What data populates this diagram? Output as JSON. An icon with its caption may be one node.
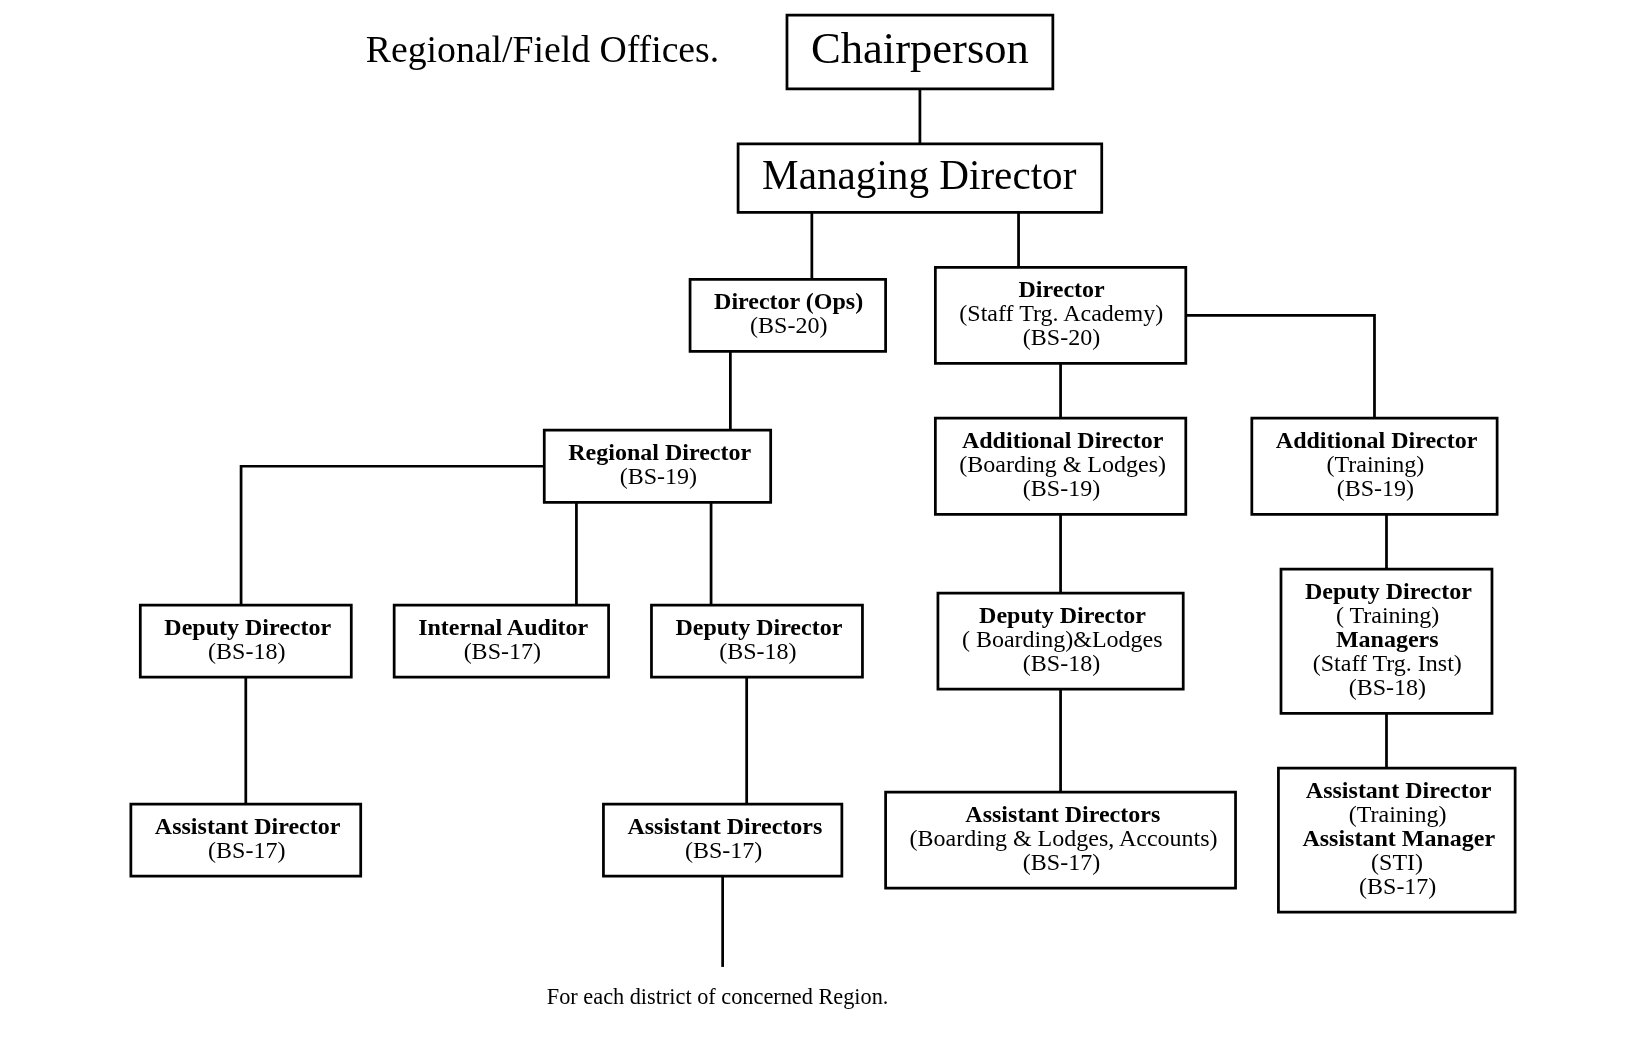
{
  "diagram": {
    "nodes": [
      {
        "text": [
          "Chairperson"
        ]
      },
      {
        "text": [
          "Managing Director"
        ]
      },
      {
        "text": [
          "Director (Ops)",
          "(BS-20)"
        ]
      },
      {
        "text": [
          "Director",
          "(Staff Trg. Academy)",
          "(BS-20)"
        ]
      },
      {
        "text": [
          "Regional Director",
          "(BS-19)"
        ]
      },
      {
        "text": [
          "Deputy Director",
          "(BS-18)"
        ]
      },
      {
        "text": [
          "Internal Auditor",
          "(BS-17)"
        ]
      },
      {
        "text": [
          "Deputy Director",
          "(BS-18)"
        ]
      },
      {
        "text": [
          "Assistant Director",
          "(BS-17)"
        ]
      },
      {
        "text": [
          "Assistant Directors",
          "(BS-17)"
        ]
      },
      {
        "text": [
          "For each district of concerned Region."
        ]
      },
      {
        "text": [
          "Additional Director",
          "(Boarding & Lodges)",
          "(BS-19)"
        ]
      },
      {
        "text": [
          "Additional Director",
          "(Training)",
          "(BS-19)"
        ]
      },
      {
        "text": [
          "Deputy Director",
          "( Boarding)&Lodges",
          "(BS-18)"
        ]
      },
      {
        "text": [
          "Deputy Director",
          "( Training)",
          "Managers",
          "(Staff Trg. Inst)",
          "(BS-18)"
        ]
      },
      {
        "text": [
          "Assistant Directors",
          "(Boarding & Lodges, Accounts)",
          "(BS-17)"
        ]
      },
      {
        "text": [
          "Assistant Director",
          "(Training)",
          "Assistant Manager",
          "(STI)",
          "(BS-17)"
        ]
      }
    ],
    "edges": [
      {
        "from": 0,
        "to": 1,
        "arrow": "none"
      },
      {
        "from": 1,
        "to": 2,
        "arrow": "none"
      },
      {
        "from": 1,
        "to": 3,
        "arrow": "none"
      },
      {
        "from": 2,
        "to": 4,
        "arrow": "none"
      },
      {
        "from": 4,
        "to": 5,
        "arrow": "none"
      },
      {
        "from": 4,
        "to": 6,
        "arrow": "none"
      },
      {
        "from": 4,
        "to": 7,
        "arrow": "none"
      },
      {
        "from": 5,
        "to": 8,
        "arrow": "none"
      },
      {
        "from": 7,
        "to": 9,
        "arrow": "none"
      },
      {
        "from": 9,
        "to": 10,
        "arrow": "none"
      },
      {
        "from": 3,
        "to": 11,
        "arrow": "none"
      },
      {
        "from": 3,
        "to": 12,
        "arrow": "none"
      },
      {
        "from": 11,
        "to": 13,
        "arrow": "none"
      },
      {
        "from": 12,
        "to": 14,
        "arrow": "none"
      },
      {
        "from": 13,
        "to": 15,
        "arrow": "none"
      },
      {
        "from": 14,
        "to": 16,
        "arrow": "none"
      }
    ],
    "labels": [
      "Regional/Field Offices."
    ]
  }
}
